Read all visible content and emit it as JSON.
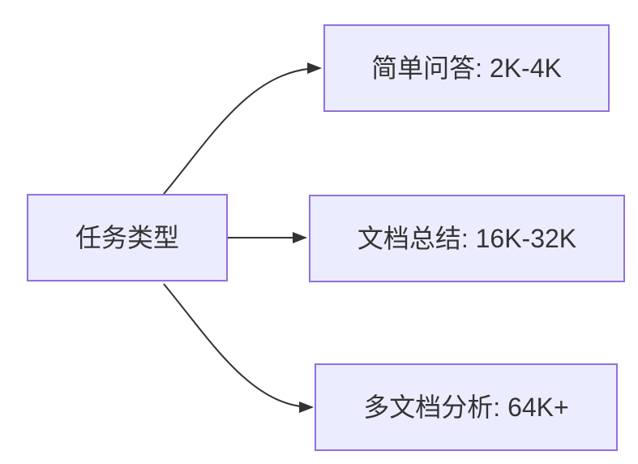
{
  "diagram": {
    "type": "flowchart",
    "direction": "LR",
    "nodes": [
      {
        "id": "task-type",
        "label": "任务类型",
        "role": "root"
      },
      {
        "id": "simple-qa",
        "label": "简单问答: 2K-4K",
        "role": "leaf"
      },
      {
        "id": "doc-summary",
        "label": "文档总结: 16K-32K",
        "role": "leaf"
      },
      {
        "id": "multi-doc-analysis",
        "label": "多文档分析: 64K+",
        "role": "leaf"
      }
    ],
    "edges": [
      {
        "from": "task-type",
        "to": "simple-qa"
      },
      {
        "from": "task-type",
        "to": "doc-summary"
      },
      {
        "from": "task-type",
        "to": "multi-doc-analysis"
      }
    ],
    "colors": {
      "node_fill": "#ECECFF",
      "node_border": "#9370DB",
      "edge_line": "#333333",
      "text": "#333333",
      "background": "#FFFFFF"
    }
  }
}
